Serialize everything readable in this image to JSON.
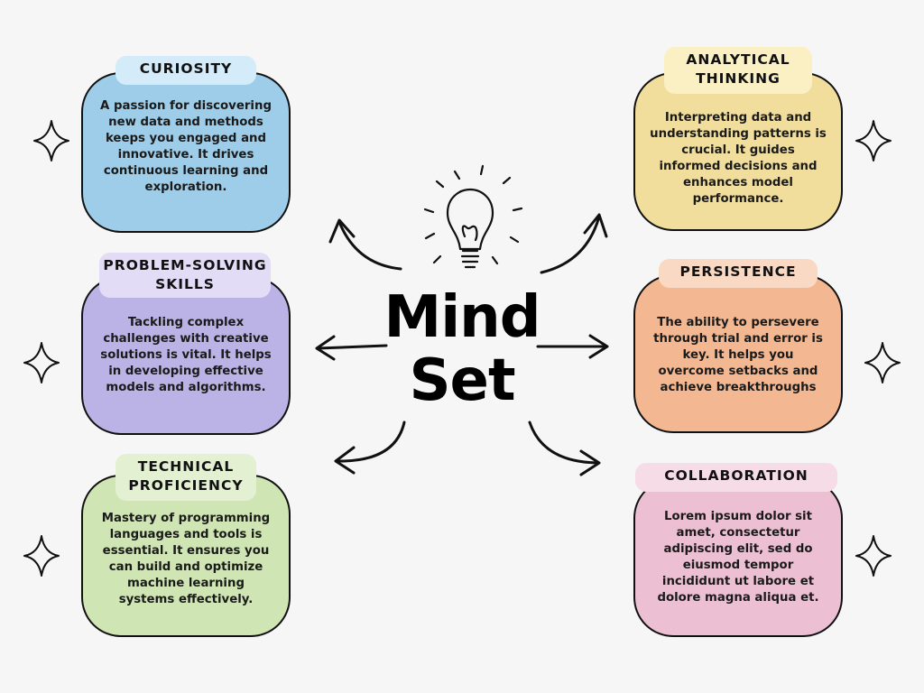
{
  "title": {
    "line1": "Mind",
    "line2": "Set"
  },
  "nodes": {
    "curiosity": {
      "label": "CURIOSITY",
      "text": "A passion for discovering new data and methods keeps you engaged and innovative. It drives continuous learning and exploration.",
      "color": "#9dcde9"
    },
    "problem_solving": {
      "label": "PROBLEM-SOLVING SKILLS",
      "text": "Tackling complex challenges with creative solutions is vital. It helps in developing effective models and algorithms.",
      "color": "#bbb2e6"
    },
    "technical": {
      "label": "TECHNICAL PROFICIENCY",
      "text": "Mastery of programming languages and tools is essential. It ensures you can build and optimize machine learning systems effectively.",
      "color": "#cfe5b3"
    },
    "analytical": {
      "label": "ANALYTICAL THINKING",
      "text": "Interpreting data and understanding patterns is crucial. It guides informed decisions and enhances model performance.",
      "color": "#f1de9c"
    },
    "persistence": {
      "label": "PERSISTENCE",
      "text": "The ability to persevere through trial and error is key. It helps you overcome setbacks and achieve breakthroughs",
      "color": "#f3b892"
    },
    "collaboration": {
      "label": "COLLABORATION",
      "text": "Lorem ipsum dolor sit amet, consectetur adipiscing elit, sed do eiusmod tempor incididunt ut labore et dolore magna aliqua et.",
      "color": "#ecc0d2"
    }
  },
  "icons": {
    "center": "lightbulb-icon",
    "decoration": "sparkle-icon",
    "connector": "curved-arrow-icon"
  }
}
